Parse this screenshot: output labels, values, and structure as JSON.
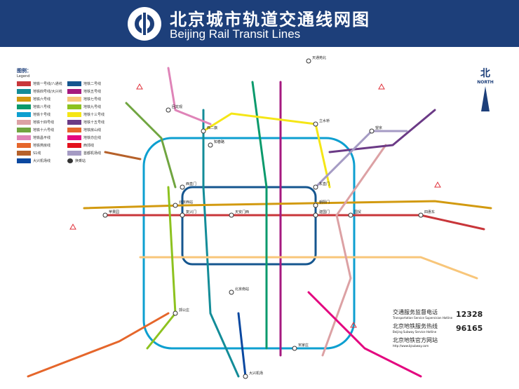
{
  "header": {
    "title_cn": "北京城市轨道交通线网图",
    "title_en": "Beijing Rail Transit Lines"
  },
  "legend": {
    "title": "图例：",
    "title_en": "Legend",
    "items": [
      {
        "label": "地铁一号线/八通线",
        "color": "#c8363a"
      },
      {
        "label": "地铁二号线",
        "color": "#15568f"
      },
      {
        "label": "地铁四号线/大兴线",
        "color": "#138c98"
      },
      {
        "label": "地铁五号线",
        "color": "#a5197f"
      },
      {
        "label": "地铁六号线",
        "color": "#d29a10"
      },
      {
        "label": "地铁七号线",
        "color": "#f8c67a"
      },
      {
        "label": "地铁八号线",
        "color": "#0a9a6c"
      },
      {
        "label": "地铁九号线",
        "color": "#8dc21f"
      },
      {
        "label": "地铁十号线",
        "color": "#0d9fd0"
      },
      {
        "label": "地铁十三号线",
        "color": "#f5e616"
      },
      {
        "label": "地铁十四号线",
        "color": "#dca1a4"
      },
      {
        "label": "地铁十五号线",
        "color": "#6b3a86"
      },
      {
        "label": "地铁十六号线",
        "color": "#70a540"
      },
      {
        "label": "地铁房山线",
        "color": "#e5662b"
      },
      {
        "label": "地铁昌平线",
        "color": "#df84b8"
      },
      {
        "label": "地铁亦庄线",
        "color": "#e3067f"
      },
      {
        "label": "地铁燕房线",
        "color": "#e5662b"
      },
      {
        "label": "西郊线",
        "color": "#e3111c"
      },
      {
        "label": "S1线",
        "color": "#b6612a"
      },
      {
        "label": "首都机场线",
        "color": "#a59bc4"
      },
      {
        "label": "大兴机场线",
        "color": "#0a48a0"
      },
      {
        "label": "换乘站",
        "color": "#333333"
      }
    ]
  },
  "north": {
    "cn": "北",
    "en": "NORTH"
  },
  "stations": [
    "天通苑北",
    "立水桥",
    "西二旗",
    "回龙观",
    "北京西站",
    "西直门",
    "东直门",
    "建国门",
    "复兴门",
    "天安门西",
    "国贸",
    "宋家庄",
    "大兴机场",
    "苹果园",
    "四惠东",
    "北京南站",
    "望京",
    "知春路",
    "朝阳门",
    "郭公庄"
  ],
  "info": {
    "rows": [
      {
        "cn": "交通服务监督电话",
        "en": "Transportation Service Supervision Hotline",
        "number": "12328"
      },
      {
        "cn": "北京地铁服务热线",
        "en": "Beijing Subway Service Hotline",
        "number": "96165"
      },
      {
        "cn": "北京地铁官方网站",
        "en": "http://www.bjsubway.com",
        "number": ""
      }
    ]
  }
}
